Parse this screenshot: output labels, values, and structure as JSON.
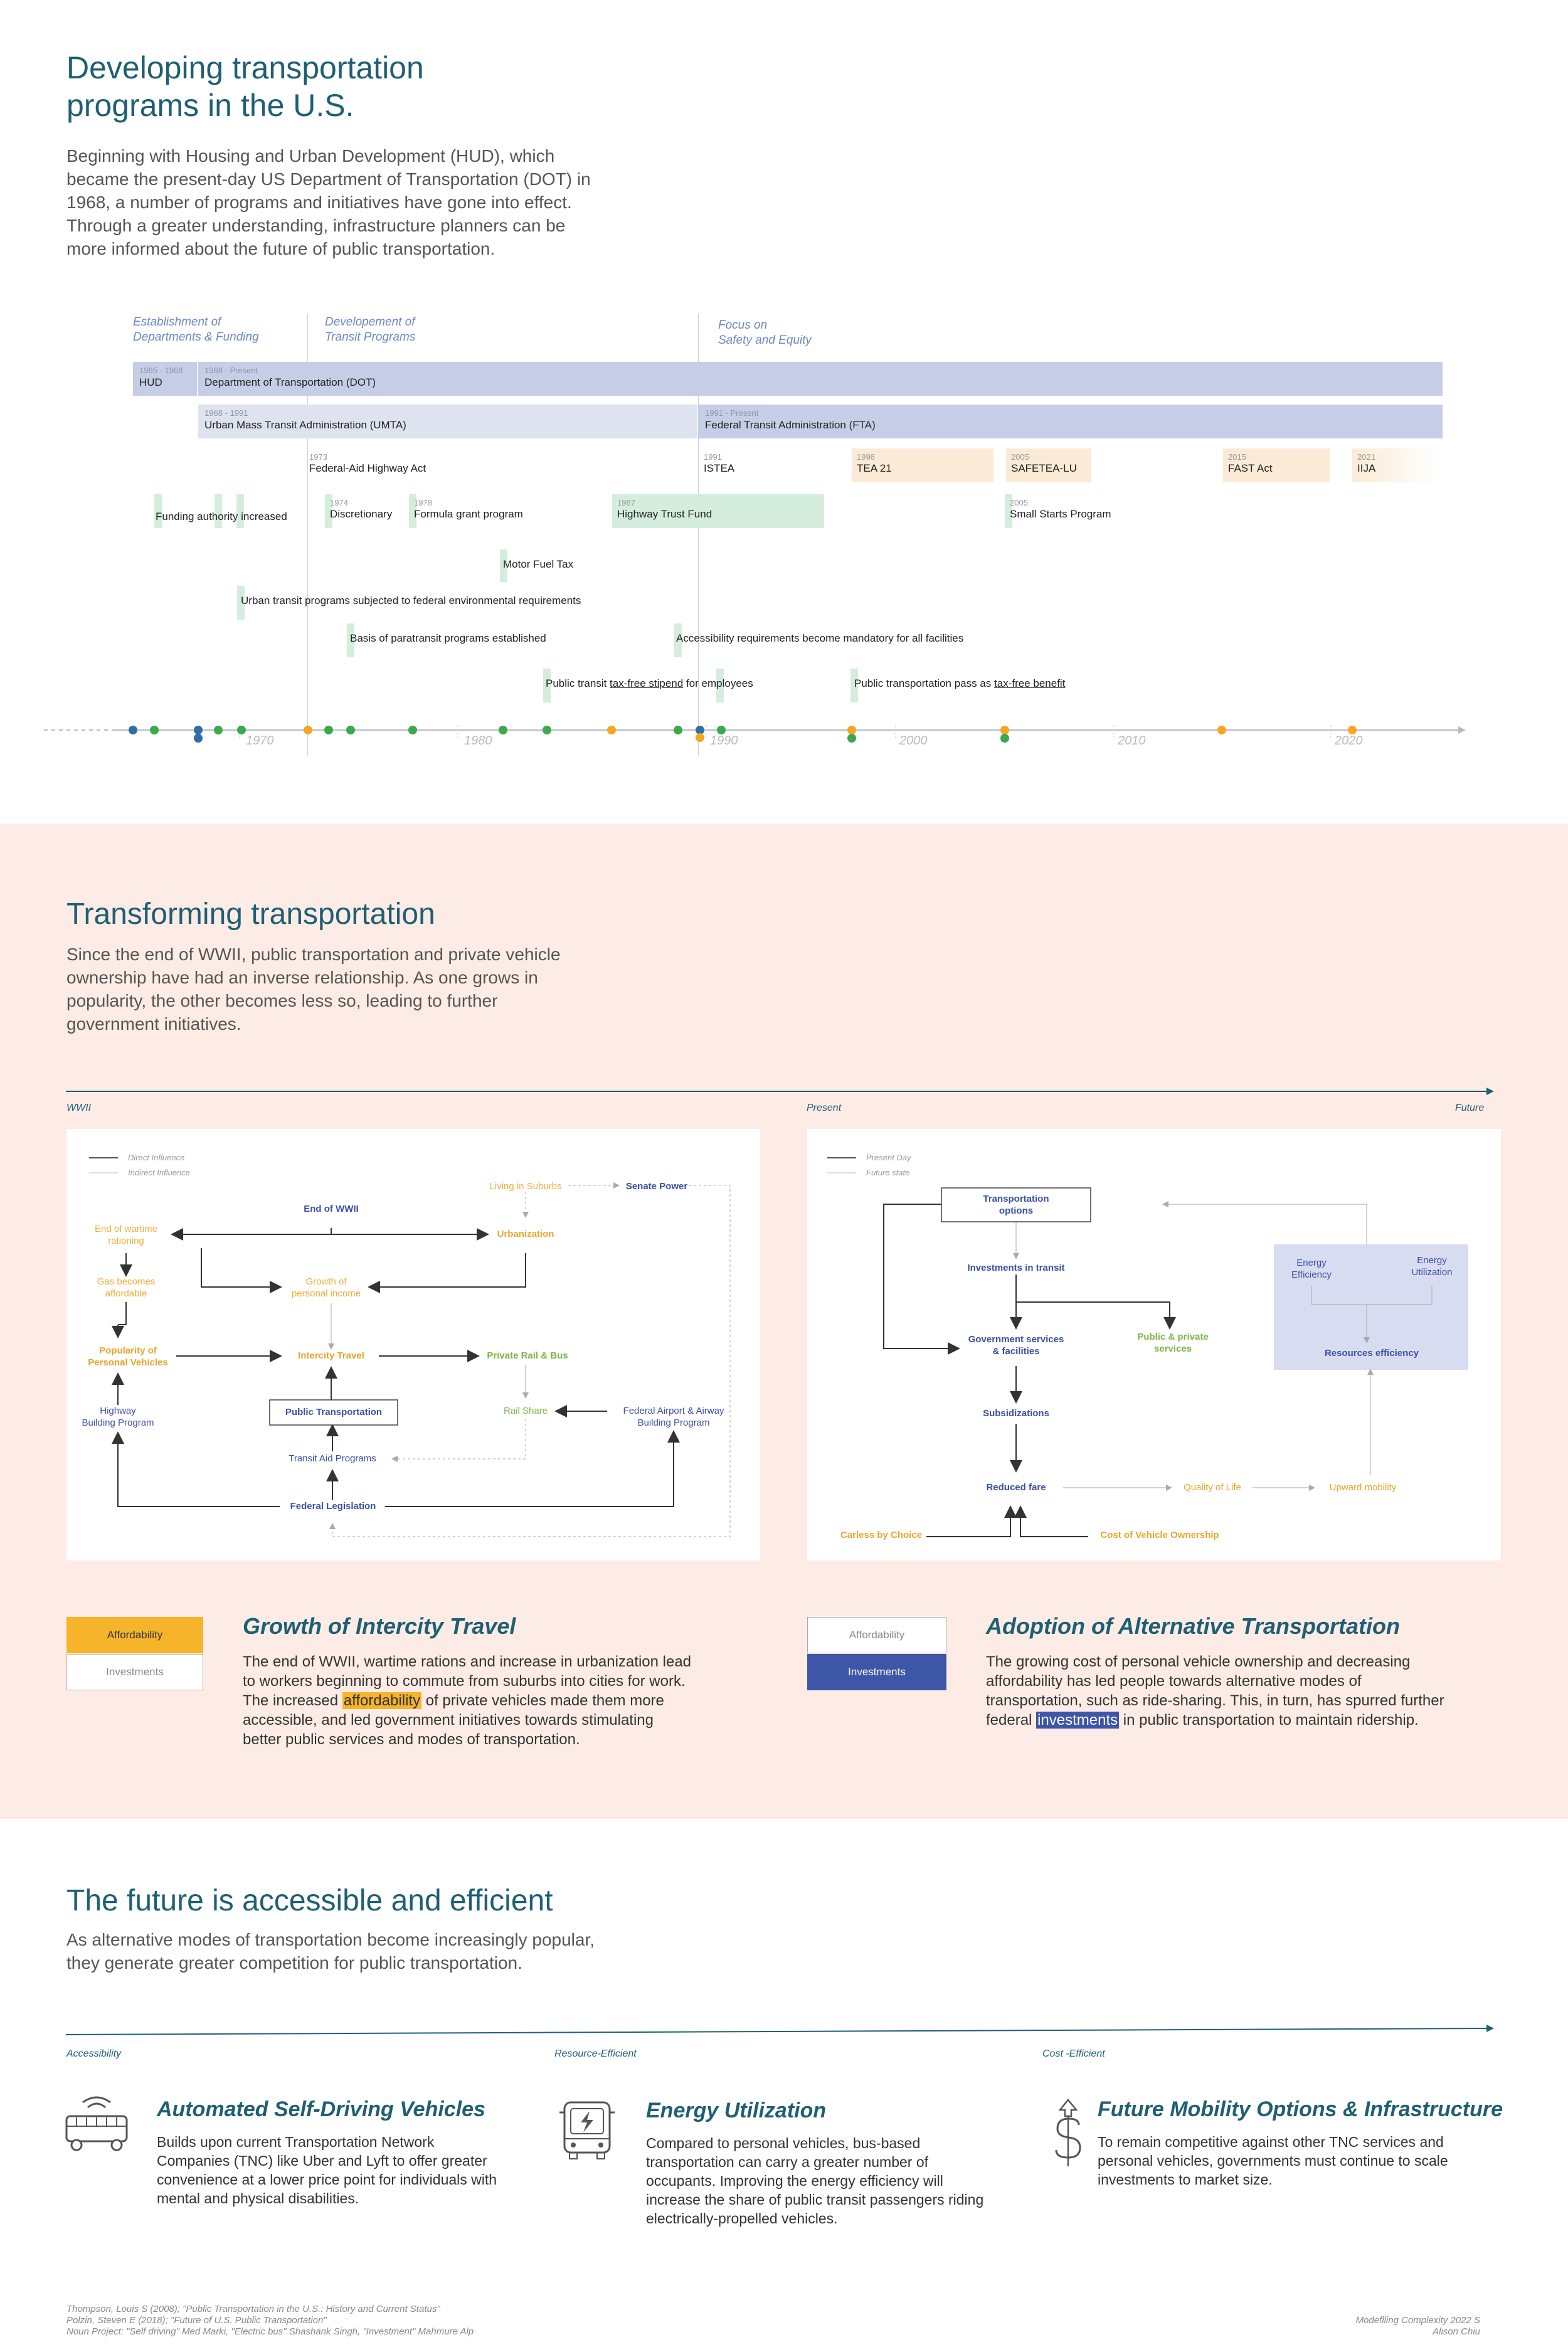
{
  "section1": {
    "title_line1": "Developing transportation",
    "title_line2": "programs in the U.S.",
    "intro": "Beginning with Housing and Urban Development (HUD), which became the present-day US Department of Transportation (DOT) in 1968, a number of programs and initiatives have gone into effect. Through a greater understanding, infrastructure planners can be more informed about the future of public transportation.",
    "eras": [
      {
        "line1": "Establishment of",
        "line2": "Departments & Funding"
      },
      {
        "line1": "Developement of",
        "line2": "Transit Programs"
      },
      {
        "line1": "Focus on",
        "line2": "Safety and Equity"
      }
    ],
    "agencies": [
      {
        "years": "1965 - 1968",
        "name": "HUD"
      },
      {
        "years": "1968 - Present",
        "name": "Department of Transportation (DOT)"
      },
      {
        "years": "1968 - 1991",
        "name": "Urban Mass Transit Administration (UMTA)"
      },
      {
        "years": "1991 - Present",
        "name": "Federal Transit Administration (FTA)"
      }
    ],
    "acts": [
      {
        "year": "1973",
        "name": "Federal-Aid Highway Act"
      },
      {
        "year": "1991",
        "name": "ISTEA"
      },
      {
        "year": "1998",
        "name": "TEA 21"
      },
      {
        "year": "2005",
        "name": "SAFETEA-LU"
      },
      {
        "year": "2015",
        "name": "FAST Act"
      },
      {
        "year": "2021",
        "name": "IIJA"
      }
    ],
    "programs": {
      "funding": "Funding authority increased",
      "discretionary_year": "1974",
      "discretionary": "Discretionary",
      "formula_year": "1978",
      "formula": "Formula grant program",
      "trust_year": "1987",
      "trust": "Highway Trust Fund",
      "small_year": "2005",
      "small": "Small Starts Program",
      "fuel": "Motor Fuel Tax",
      "urban": "Urban transit programs subjected to federal environmental requirements",
      "paratransit": "Basis of paratransit programs established",
      "accessibility": "Accessibility requirements become mandatory for all facilities",
      "stipend_pre": "Public transit ",
      "stipend_u": "tax-free stipend",
      "stipend_post": " for employees",
      "pass_pre": "Public transportation pass as ",
      "pass_u": "tax-free benefit"
    },
    "decades": [
      "1970",
      "1980",
      "1990",
      "2000",
      "2010",
      "2020"
    ]
  },
  "section2": {
    "title": "Transforming transportation",
    "intro": "Since the end of WWII, public transportation and private vehicle ownership have had an inverse relationship. As one grows in popularity, the other becomes less so, leading to further government initiatives.",
    "left_label": "WWII",
    "mid_label": "Present",
    "right_label": "Future",
    "left_diagram": {
      "legend_direct": "Direct Influence",
      "legend_indirect": "Indirect Influence",
      "living_suburbs": "Living in Suburbs",
      "senate_power": "Senate Power",
      "end_wwii": "End of WWII",
      "end_rationing_1": "End of wartime",
      "end_rationing_2": "rationing",
      "urbanization": "Urbanization",
      "gas_1": "Gas becomes",
      "gas_2": "affordable",
      "growth_1": "Growth of",
      "growth_2": "personal income",
      "popularity_1": "Popularity of",
      "popularity_2": "Personal Vehicles",
      "intercity": "Intercity Travel",
      "private_rail": "Private Rail & Bus",
      "highway_1": "Highway",
      "highway_2": "Building Program",
      "public_transport": "Public Transportation",
      "rail_share": "Rail Share",
      "fed_airport_1": "Federal Airport & Airway",
      "fed_airport_2": "Building Program",
      "transit_aid": "Transit Aid Programs",
      "fed_legislation": "Federal Legislation"
    },
    "right_diagram": {
      "legend_present": "Present Day",
      "legend_future": "Future state",
      "transport_options_1": "Transportation",
      "transport_options_2": "options",
      "investments_transit": "Investments in transit",
      "gov_services_1": "Government services",
      "gov_services_2": "& facilities",
      "public_private_1": "Public & private",
      "public_private_2": "services",
      "energy_eff_1": "Energy",
      "energy_eff_2": "Efficiency",
      "energy_util_1": "Energy",
      "energy_util_2": "Utilization",
      "resources": "Resources efficiency",
      "subsidizations": "Subsidizations",
      "reduced_fare": "Reduced fare",
      "quality_life": "Quality of Life",
      "upward": "Upward mobility",
      "carless": "Carless by Choice",
      "cost_ownership": "Cost of Vehicle Ownership"
    },
    "card_left": {
      "btn_affordability": "Affordability",
      "btn_investments": "Investments",
      "heading": "Growth of Intercity Travel",
      "text_pre": "The end of WWII, wartime rations and increase in urbanization lead to workers beginning to commute from suburbs into cities for work. The increased ",
      "text_hl": "affordability",
      "text_post": " of private vehicles made them more accessible, and led government initiatives towards stimulating better public services and modes of transportation."
    },
    "card_right": {
      "btn_affordability": "Affordability",
      "btn_investments": "Investments",
      "heading": "Adoption of Alternative Transportation",
      "text_pre": "The growing cost of personal vehicle ownership and decreasing affordability has led people towards alternative modes of transportation, such as ride-sharing. This, in turn, has spurred further federal ",
      "text_hl": "investments",
      "text_post": " in public transportation to maintain ridership."
    }
  },
  "section3": {
    "title": "The future is accessible and efficient",
    "intro": "As alternative modes of transportation become increasingly popular, they generate greater competition for public transportation.",
    "axis_labels": [
      "Accessibility",
      "Resource-Efficient",
      "Cost -Efficient"
    ],
    "items": [
      {
        "icon": "self-driving-bus-icon",
        "heading": "Automated Self-Driving Vehicles",
        "text": "Builds upon current Transportation Network Companies (TNC) like Uber and Lyft to offer greater convenience at a lower price point for individuals with mental and physical disabilities."
      },
      {
        "icon": "electric-bus-icon",
        "heading": "Energy Utilization",
        "text": "Compared to personal vehicles, bus-based transportation can carry a greater number of occupants. Improving the energy efficiency will increase the share of public transit passengers riding electrically-propelled vehicles."
      },
      {
        "icon": "dollar-investment-icon",
        "heading": "Future Mobility Options & Infrastructure",
        "text": "To remain competitive against other TNC services and personal vehicles, governments must continue to scale investments to market size."
      }
    ]
  },
  "footer": {
    "ref1": "Thompson, Louis S (2008); \"Public Transportation in the U.S.: History and Current Status\"",
    "ref2": "Polzin, Steven E (2018); \"Future of U.S. Public Transportation\"",
    "ref3": "Noun Project: \"Self driving\" Med Marki, \"Electric bus\" Shashank Singh, \"Investment\" Mahmure Alp",
    "course": "Modeflling Complexity 2022 S",
    "author": "Alison Chiu"
  },
  "colors": {
    "teal": "#1f5f73",
    "dot_blue": "#2f6fa8",
    "dot_green": "#3aaa4a",
    "dot_orange": "#f5a623",
    "peach_bg": "#fdece5",
    "highlight_orange": "#f5b42a",
    "highlight_blue": "#3d56a8"
  }
}
